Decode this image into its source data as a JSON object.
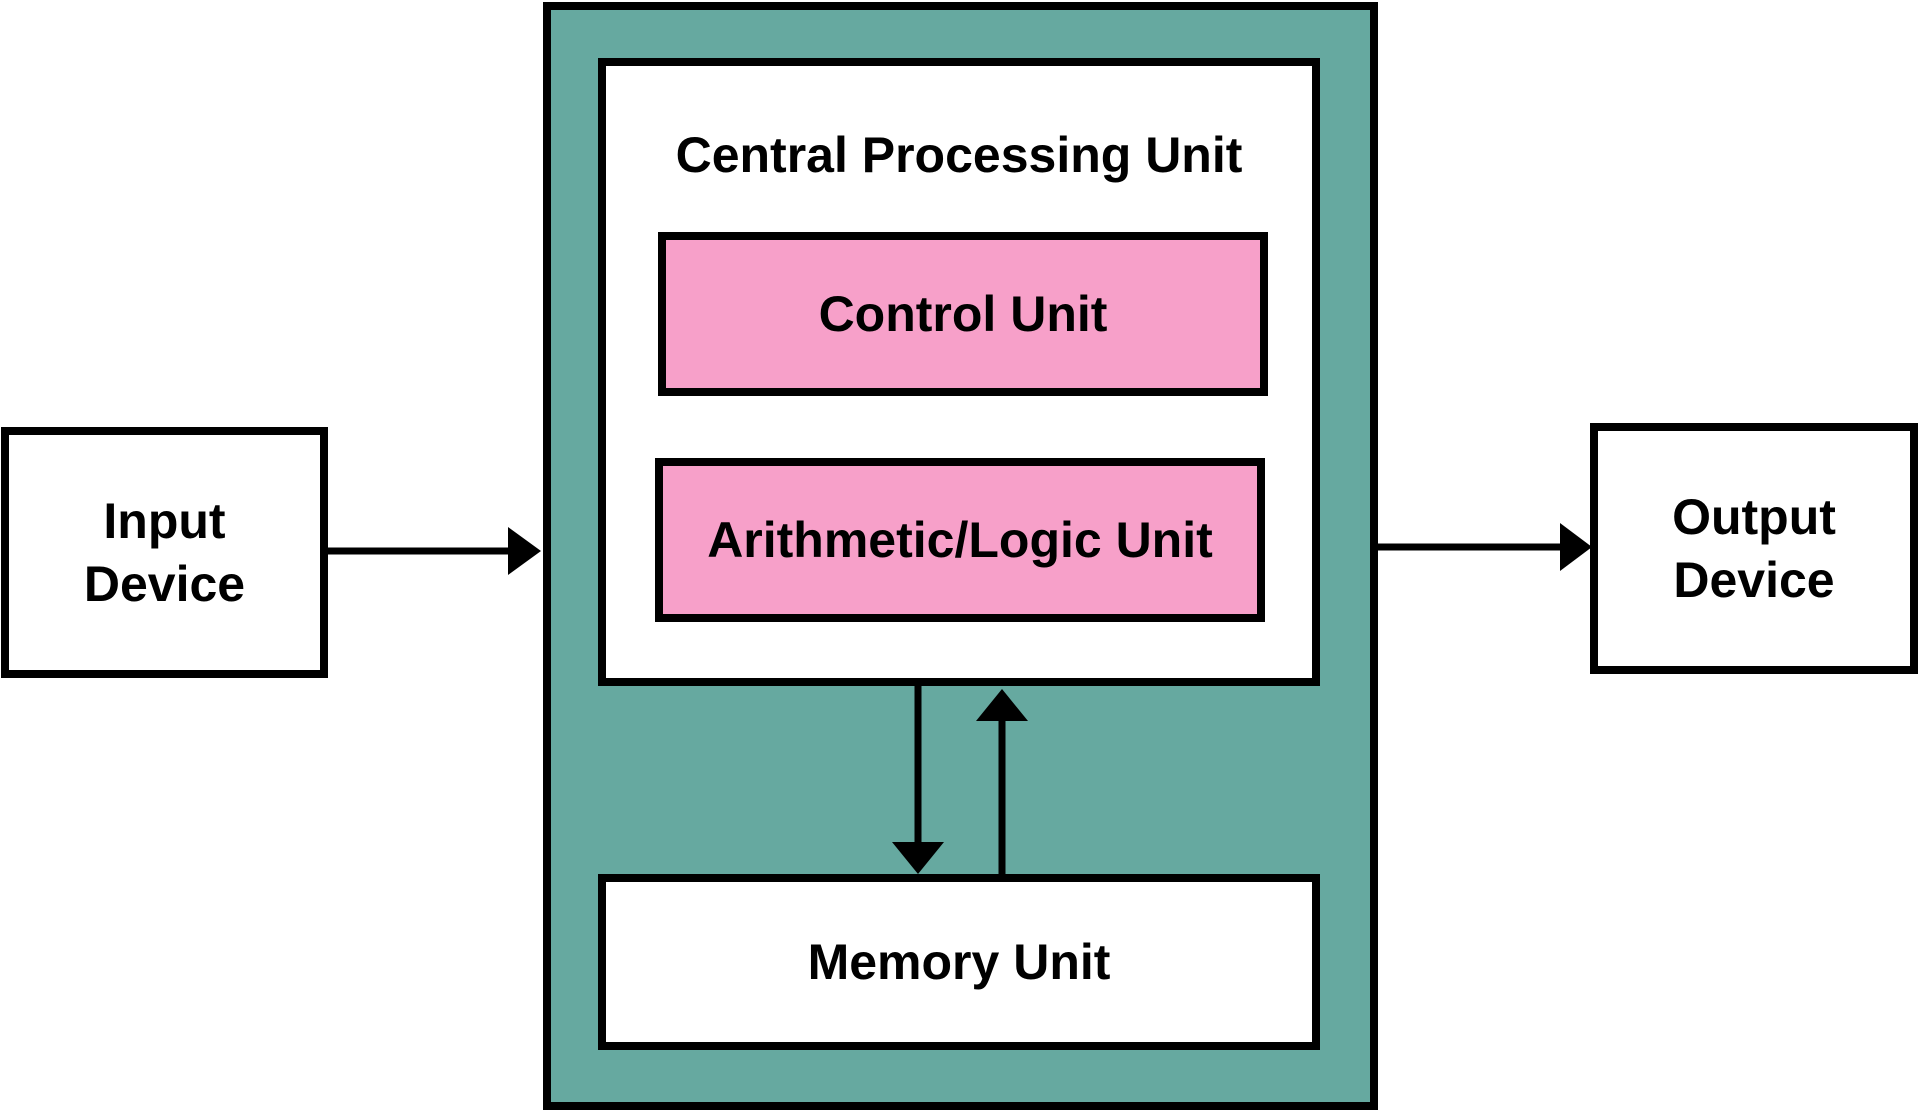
{
  "colors": {
    "system": "#66A9A0",
    "cpu_components": "#F7A0C9",
    "stroke": "#000000",
    "box": "#FFFFFF"
  },
  "input_device": {
    "line1": "Input",
    "line2": "Device"
  },
  "output_device": {
    "line1": "Output",
    "line2": "Device"
  },
  "cpu": {
    "title": "Central Processing Unit"
  },
  "control_unit": {
    "label": "Control Unit"
  },
  "alu": {
    "label": "Arithmetic/Logic Unit"
  },
  "memory_unit": {
    "label": "Memory Unit"
  }
}
